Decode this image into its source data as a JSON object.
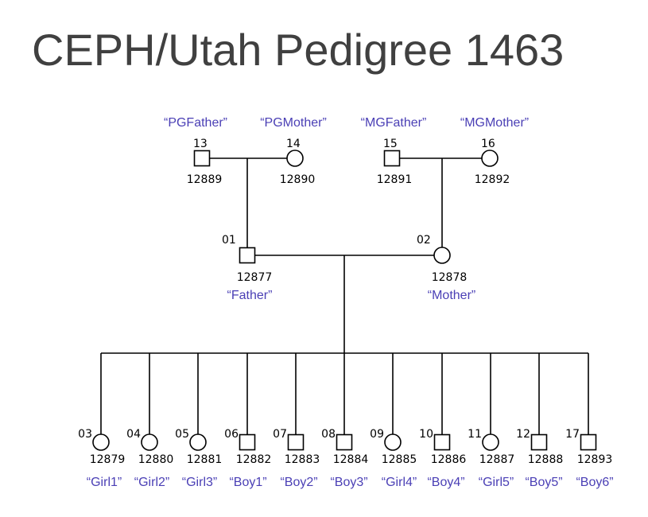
{
  "title": "CEPH/Utah Pedigree 1463",
  "colors": {
    "nickname": "#4a3fb5",
    "line": "#000000",
    "title": "#404040"
  },
  "grandparents": [
    {
      "num": "13",
      "id": "12889",
      "nick": "“PGFather”",
      "sex": "male"
    },
    {
      "num": "14",
      "id": "12890",
      "nick": "“PGMother”",
      "sex": "female"
    },
    {
      "num": "15",
      "id": "12891",
      "nick": "“MGFather”",
      "sex": "male"
    },
    {
      "num": "16",
      "id": "12892",
      "nick": "“MGMother”",
      "sex": "female"
    }
  ],
  "parents": [
    {
      "num": "01",
      "id": "12877",
      "nick": "“Father”",
      "sex": "male"
    },
    {
      "num": "02",
      "id": "12878",
      "nick": "“Mother”",
      "sex": "female"
    }
  ],
  "children": [
    {
      "num": "03",
      "id": "12879",
      "nick": "“Girl1”",
      "sex": "female"
    },
    {
      "num": "04",
      "id": "12880",
      "nick": "“Girl2”",
      "sex": "female"
    },
    {
      "num": "05",
      "id": "12881",
      "nick": "“Girl3”",
      "sex": "female"
    },
    {
      "num": "06",
      "id": "12882",
      "nick": "“Boy1”",
      "sex": "male"
    },
    {
      "num": "07",
      "id": "12883",
      "nick": "“Boy2”",
      "sex": "male"
    },
    {
      "num": "08",
      "id": "12884",
      "nick": "“Boy3”",
      "sex": "male"
    },
    {
      "num": "09",
      "id": "12885",
      "nick": "“Girl4”",
      "sex": "female"
    },
    {
      "num": "10",
      "id": "12886",
      "nick": "“Boy4”",
      "sex": "male"
    },
    {
      "num": "11",
      "id": "12887",
      "nick": "“Girl5”",
      "sex": "female"
    },
    {
      "num": "12",
      "id": "12888",
      "nick": "“Boy5”",
      "sex": "male"
    },
    {
      "num": "17",
      "id": "12893",
      "nick": "“Boy6”",
      "sex": "male"
    }
  ]
}
